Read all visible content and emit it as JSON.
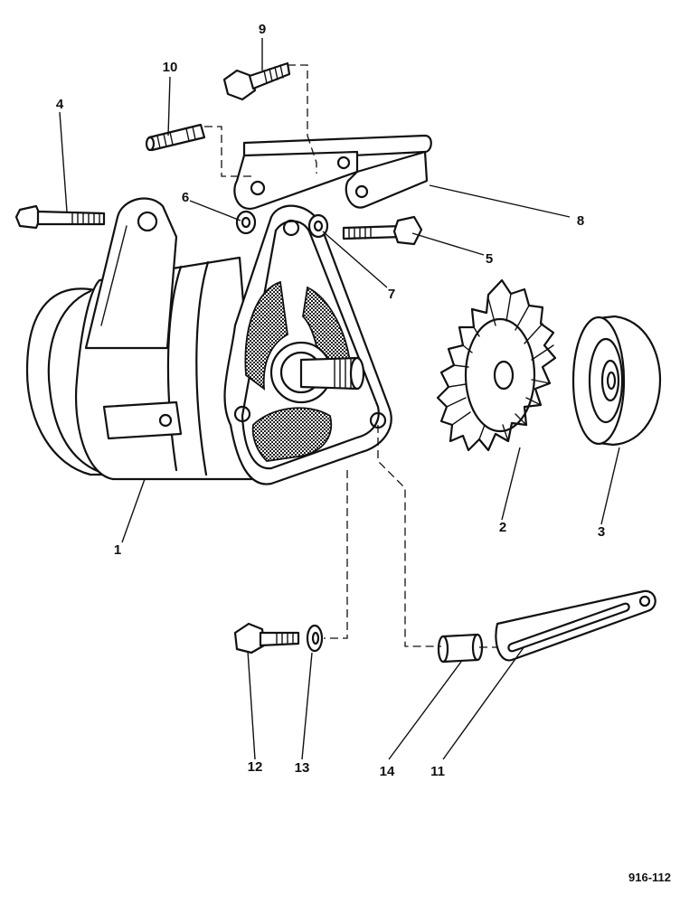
{
  "diagram": {
    "reference_code": "916-112",
    "callouts": {
      "c1": "1",
      "c2": "2",
      "c3": "3",
      "c4": "4",
      "c5": "5",
      "c6": "6",
      "c7": "7",
      "c8": "8",
      "c9": "9",
      "c10": "10",
      "c11": "11",
      "c12": "12",
      "c13": "13",
      "c14": "14"
    }
  }
}
